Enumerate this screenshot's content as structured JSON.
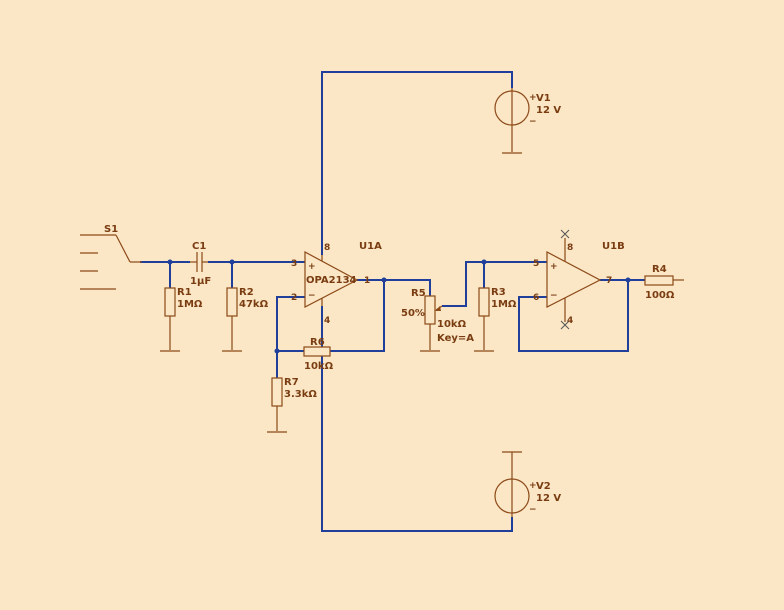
{
  "components": {
    "s1": {
      "ref": "S1"
    },
    "c1": {
      "ref": "C1",
      "value": "1µF"
    },
    "r1": {
      "ref": "R1",
      "value": "1MΩ"
    },
    "r2": {
      "ref": "R2",
      "value": "47kΩ"
    },
    "r3": {
      "ref": "R3",
      "value": "1MΩ"
    },
    "r4": {
      "ref": "R4",
      "value": "100Ω"
    },
    "r5": {
      "ref": "R5",
      "value": "10kΩ",
      "setting": "50%",
      "key": "Key=A"
    },
    "r6": {
      "ref": "R6",
      "value": "10kΩ"
    },
    "r7": {
      "ref": "R7",
      "value": "3.3kΩ"
    },
    "u1a": {
      "ref": "U1A",
      "part": "OPA2134",
      "pins": {
        "noninv": "3",
        "inv": "2",
        "out": "1",
        "vplus": "8",
        "vminus": "4"
      },
      "plus": "+",
      "minus": "−"
    },
    "u1b": {
      "ref": "U1B",
      "pins": {
        "noninv": "5",
        "inv": "6",
        "out": "7",
        "vplus": "8",
        "vminus": "4"
      },
      "plus": "+",
      "minus": "−"
    },
    "v1": {
      "ref": "V1",
      "value": "12 V",
      "plus": "+",
      "minus": "−"
    },
    "v2": {
      "ref": "V2",
      "value": "12 V",
      "plus": "+",
      "minus": "−"
    }
  },
  "colors": {
    "background": "#fbe6c6",
    "wire": "#1f3f9a",
    "component": "#8c4a18",
    "text": "#7a3d12"
  }
}
